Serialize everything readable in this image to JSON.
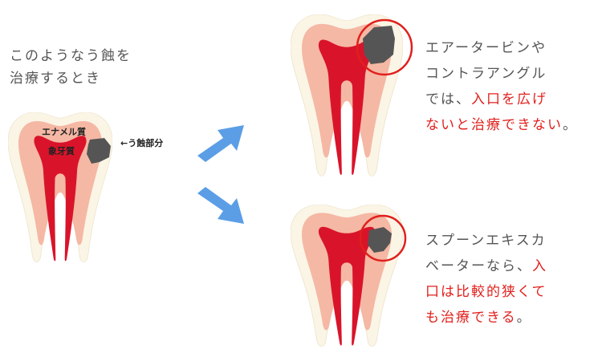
{
  "intro": {
    "line1": "このようなう蝕を",
    "line2": "治療するとき"
  },
  "labels": {
    "enamel": "エナメル質",
    "dentin": "象牙質",
    "caries": "←う蝕部分"
  },
  "top_case": {
    "line1": "エアータービンや",
    "line2": "コントラアングル",
    "line3_plain": "では、",
    "line3_red": "入口を広げ",
    "line4_red": "ないと治療できない",
    "line4_plain": "。"
  },
  "bottom_case": {
    "line1": "スプーンエキスカ",
    "line2_plain": "ベーターなら、",
    "line2_red": "入",
    "line3_red": "口は比較的狭くて",
    "line4_red": "も治療できる",
    "line4_plain": "。"
  },
  "colors": {
    "enamel": "#fbf5e6",
    "dentin": "#f5b8a4",
    "pulp": "#d9142a",
    "caries": "#555555",
    "arrow": "#5b9ee6",
    "circle": "#e0201c",
    "text": "#555555",
    "highlight": "#e0201c"
  }
}
